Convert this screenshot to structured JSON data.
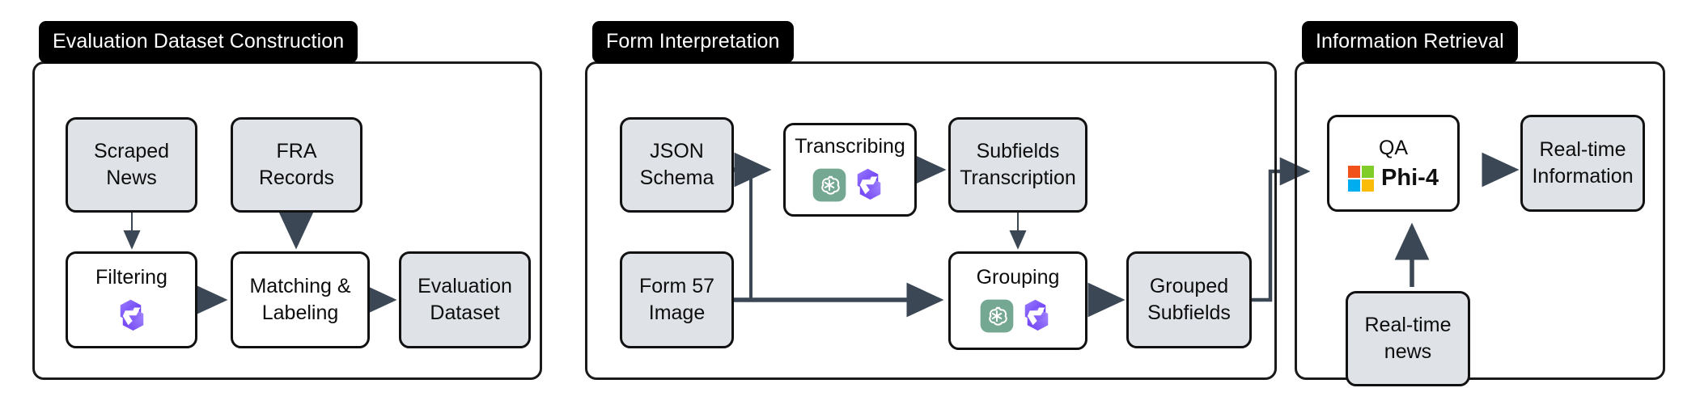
{
  "diagram": {
    "title_bar_color": "#000000",
    "data_node_color": "#dfe3e8",
    "process_node_color": "#ffffff",
    "border_color": "#111111",
    "arrow_color": "#3b4754"
  },
  "panels": [
    {
      "id": "evaluation-dataset-construction",
      "title": "Evaluation Dataset Construction"
    },
    {
      "id": "form-interpretation",
      "title": "Form Interpretation"
    },
    {
      "id": "information-retrieval",
      "title": "Information Retrieval"
    }
  ],
  "nodes": {
    "scraped_news": {
      "label": "Scraped\nNews",
      "kind": "data"
    },
    "fra_records": {
      "label": "FRA\nRecords",
      "kind": "data"
    },
    "filtering": {
      "label": "Filtering",
      "kind": "process",
      "icons": [
        "qwen-icon"
      ]
    },
    "matching_labeling": {
      "label": "Matching &\nLabeling",
      "kind": "process"
    },
    "evaluation_dataset": {
      "label": "Evaluation\nDataset",
      "kind": "data"
    },
    "json_schema": {
      "label": "JSON\nSchema",
      "kind": "data"
    },
    "form_57_image": {
      "label": "Form 57\nImage",
      "kind": "data"
    },
    "transcribing": {
      "label": "Transcribing",
      "kind": "process",
      "icons": [
        "openai-icon",
        "qwen-icon"
      ]
    },
    "subfields_transcription": {
      "label": "Subfields\nTranscription",
      "kind": "data"
    },
    "grouping": {
      "label": "Grouping",
      "kind": "process",
      "icons": [
        "openai-icon",
        "qwen-icon"
      ]
    },
    "grouped_subfields": {
      "label": "Grouped\nSubfields",
      "kind": "data"
    },
    "qa": {
      "label": "QA",
      "kind": "process",
      "icons": [
        "microsoft-icon"
      ],
      "badge": "Phi-4"
    },
    "realtime_information": {
      "label": "Real-time\nInformation",
      "kind": "data"
    },
    "realtime_news": {
      "label": "Real-time\nnews",
      "kind": "data"
    }
  },
  "icons": {
    "qwen-icon": {
      "name": "qwen-icon",
      "colors": [
        "#6b3df5",
        "#8d6bff",
        "#ffffff"
      ]
    },
    "openai-icon": {
      "name": "openai-icon",
      "colors": [
        "#74a892",
        "#ffffff"
      ]
    },
    "microsoft-icon": {
      "name": "microsoft-icon",
      "colors": [
        "#f1511b",
        "#80cc28",
        "#00adef",
        "#fbbc09"
      ]
    }
  },
  "edges": [
    {
      "from": "scraped_news",
      "to": "filtering",
      "style": "thin"
    },
    {
      "from": "fra_records",
      "to": "matching_labeling",
      "style": "thick"
    },
    {
      "from": "filtering",
      "to": "matching_labeling",
      "style": "thick"
    },
    {
      "from": "matching_labeling",
      "to": "evaluation_dataset",
      "style": "thick"
    },
    {
      "from": "json_schema",
      "to": "transcribing",
      "style": "thick"
    },
    {
      "from": "form_57_image",
      "to": "transcribing",
      "style": "thick"
    },
    {
      "from": "transcribing",
      "to": "subfields_transcription",
      "style": "thick"
    },
    {
      "from": "subfields_transcription",
      "to": "grouping",
      "style": "thin"
    },
    {
      "from": "form_57_image",
      "to": "grouping",
      "style": "thick"
    },
    {
      "from": "grouping",
      "to": "grouped_subfields",
      "style": "thick"
    },
    {
      "from": "grouped_subfields",
      "to": "qa",
      "style": "thick"
    },
    {
      "from": "realtime_news",
      "to": "qa",
      "style": "thick"
    },
    {
      "from": "qa",
      "to": "realtime_information",
      "style": "thick"
    }
  ]
}
